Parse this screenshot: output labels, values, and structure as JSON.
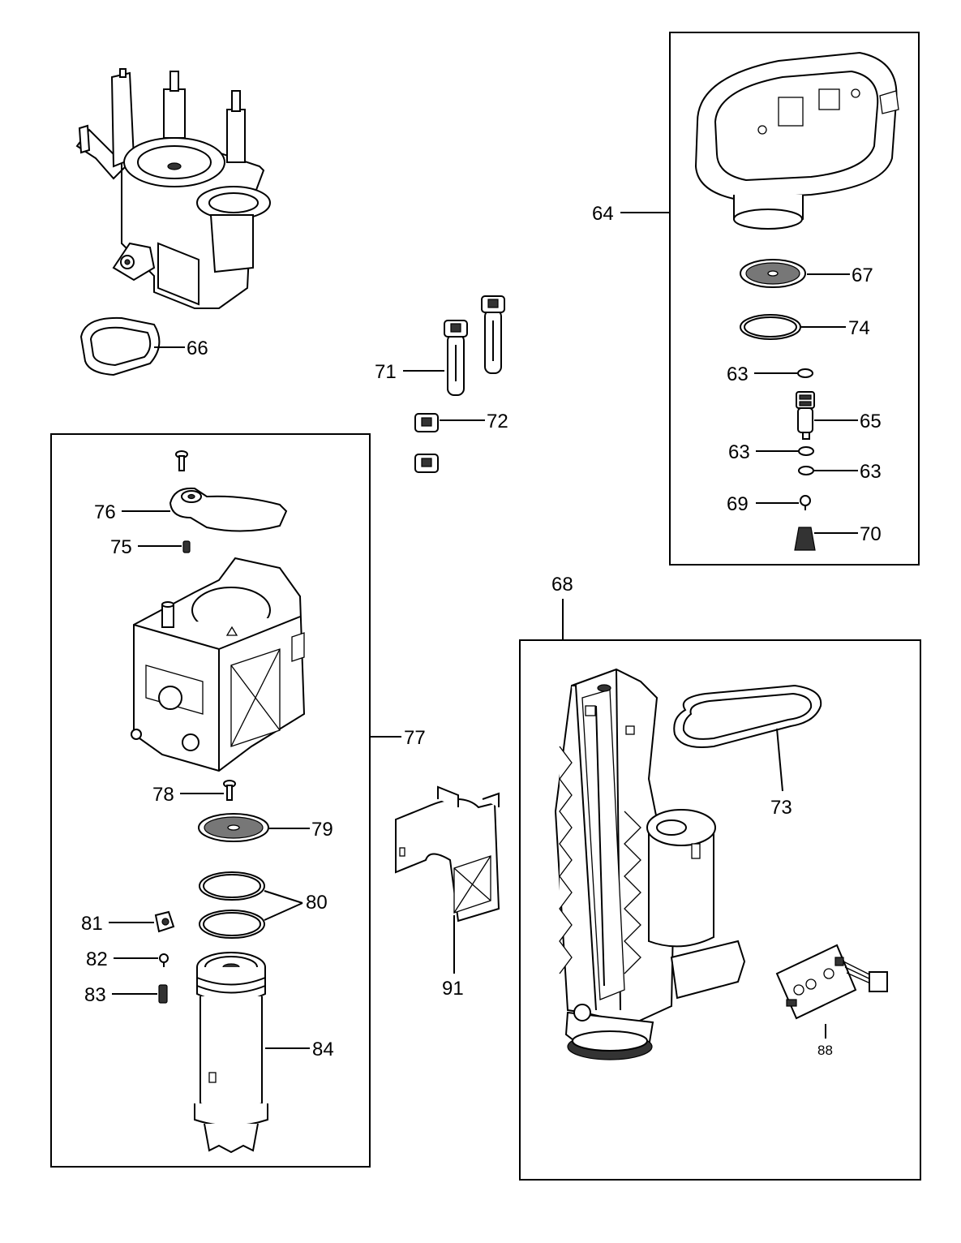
{
  "labels": {
    "p63a": "63",
    "p63b": "63",
    "p63c": "63",
    "p64": "64",
    "p65": "65",
    "p66": "66",
    "p67": "67",
    "p68": "68",
    "p69": "69",
    "p70": "70",
    "p71": "71",
    "p72": "72",
    "p73": "73",
    "p74": "74",
    "p75": "75",
    "p76": "76",
    "p77": "77",
    "p78": "78",
    "p79": "79",
    "p80": "80",
    "p81": "81",
    "p82": "82",
    "p83": "83",
    "p84": "84",
    "p88": "88",
    "p91": "91"
  }
}
